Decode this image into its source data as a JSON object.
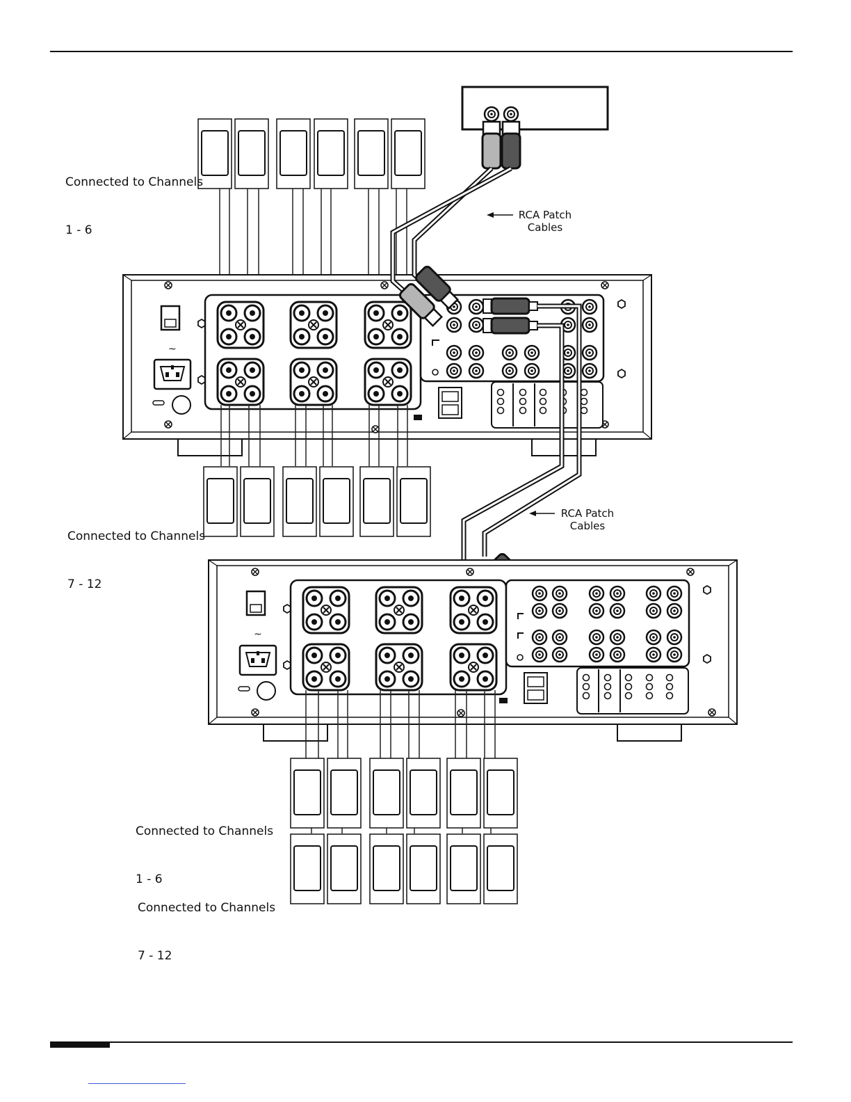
{
  "labels": {
    "top_amp_channels_1_6": [
      "Connected to Channels",
      "1 - 6"
    ],
    "top_amp_channels_7_12": [
      "Connected to Channels",
      "7 - 12"
    ],
    "bottom_amp_channels_1_6": [
      "Connected to Channels",
      "1 - 6"
    ],
    "bottom_amp_channels_7_12": [
      "Connected to Channels",
      "7 - 12"
    ]
  },
  "callouts": {
    "rca_upper": [
      "RCA Patch",
      "Cables"
    ],
    "rca_lower": [
      "RCA Patch",
      "Cables"
    ]
  },
  "icons": {
    "power_symbol": "~"
  },
  "colors": {
    "line": "#222222",
    "plug_light": "#b5b5b5",
    "plug_dark": "#555555",
    "page": "#ffffff"
  }
}
